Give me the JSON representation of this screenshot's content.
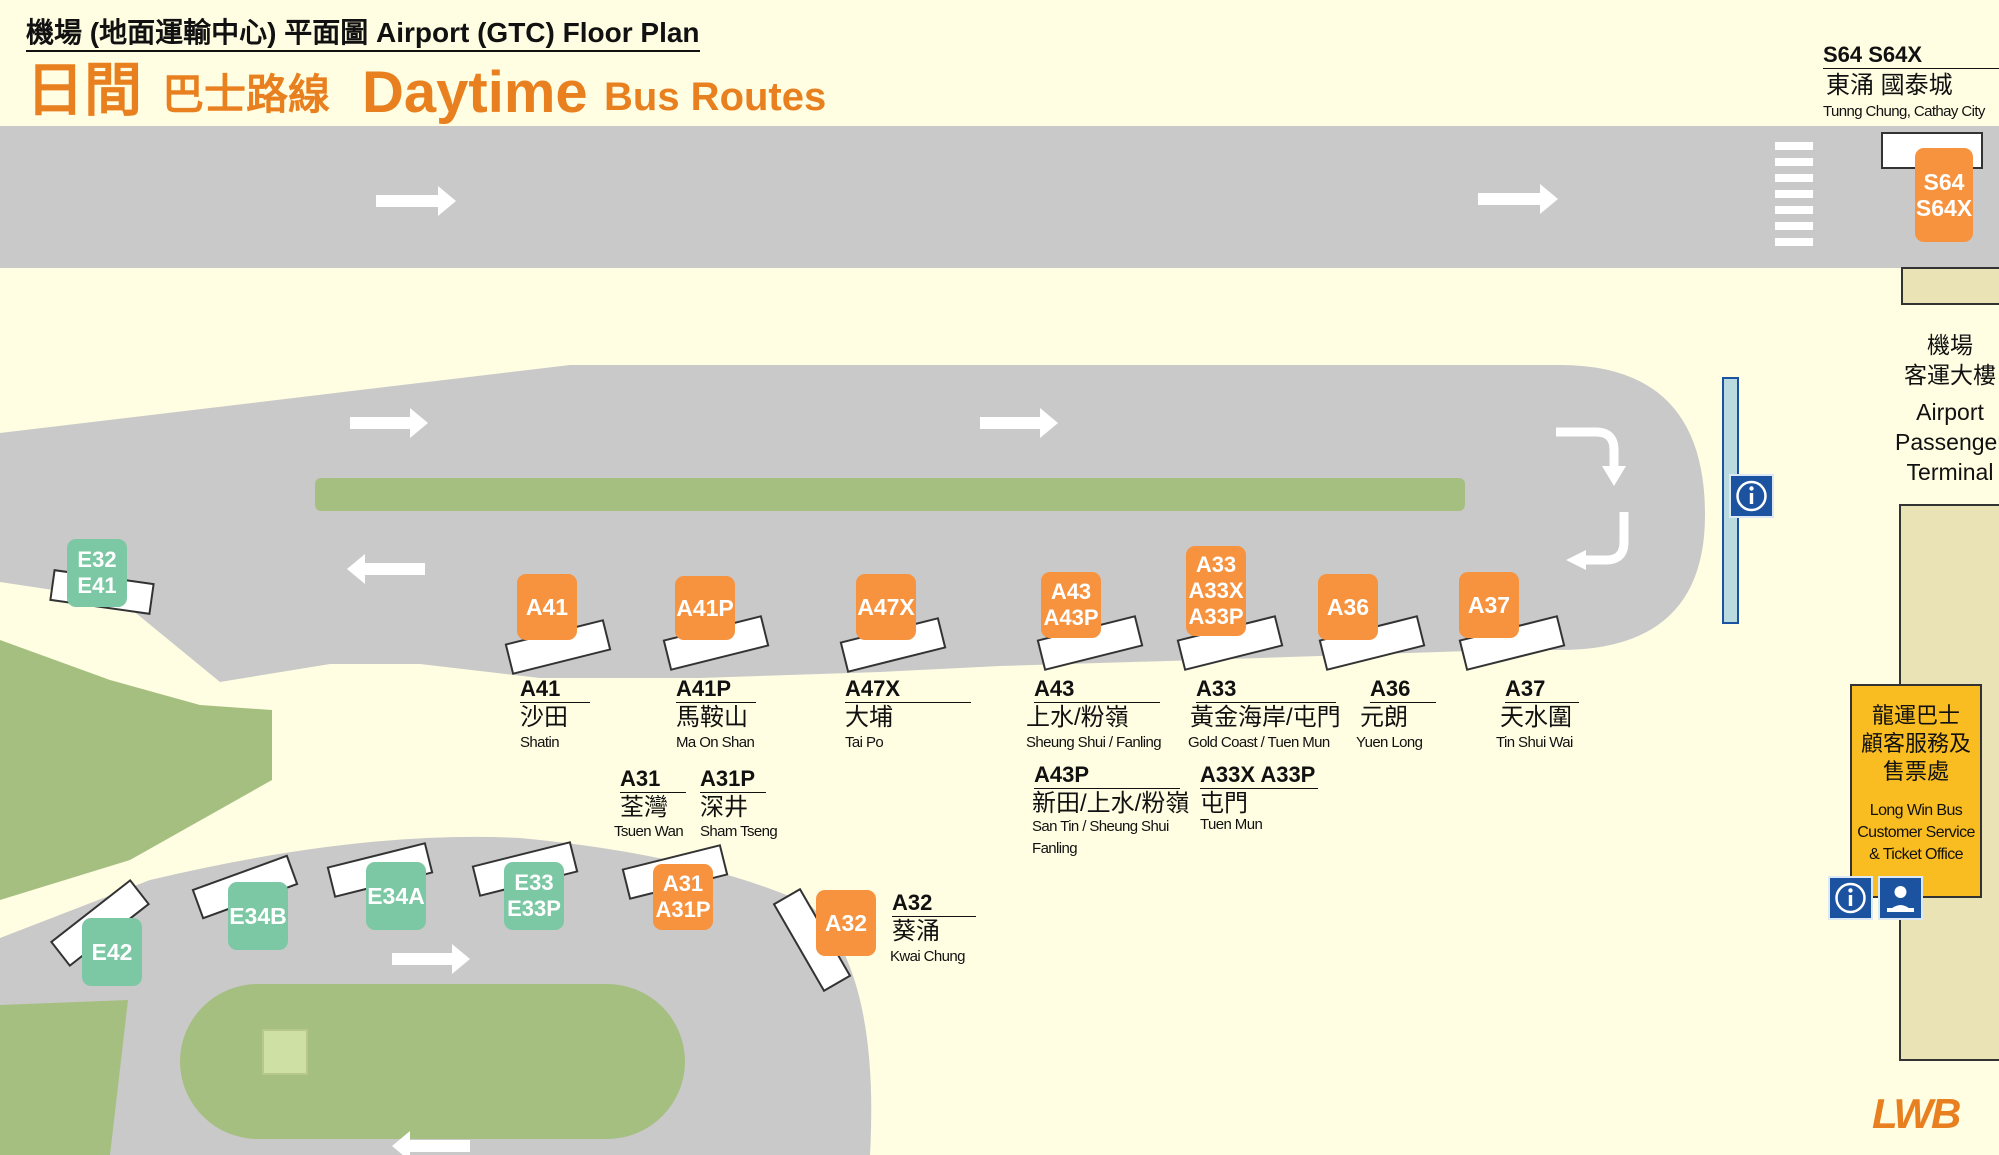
{
  "header": {
    "subtitle": "機場 (地面運輸中心) 平面圖 Airport (GTC) Floor Plan",
    "title_zh_main": "日間",
    "title_zh_sub": "巴士路線",
    "title_en_main": "Daytime",
    "title_en_sub": "Bus Routes"
  },
  "top_right": {
    "routes": "S64  S64X",
    "dest_zh": "東涌  國泰城",
    "dest_en": "Tunng Chung, Cathay City",
    "stop_label": "S64\nS64X"
  },
  "terminal": {
    "zh_1": "機場",
    "zh_2": "客運大樓",
    "en_1": "Airport",
    "en_2": "Passenger",
    "en_3": "Terminal"
  },
  "long_win": {
    "zh_1": "龍運巴士",
    "zh_2": "顧客服務及",
    "zh_3": "售票處",
    "en_1": "Long Win Bus",
    "en_2": "Customer Service",
    "en_3": "& Ticket Office"
  },
  "logo": "LWB",
  "icons": {
    "info": "info-icon",
    "customer_service": "customer-service-icon"
  },
  "stops_orange": {
    "a41": "A41",
    "a41p": "A41P",
    "a47x": "A47X",
    "a43": "A43\nA43P",
    "a33": "A33\nA33X\nA33P",
    "a36": "A36",
    "a37": "A37",
    "a31": "A31\nA31P",
    "a32": "A32"
  },
  "stops_green": {
    "e32": "E32\nE41",
    "e42": "E42",
    "e34b": "E34B",
    "e34a": "E34A",
    "e33": "E33\nE33P"
  },
  "routes": {
    "a41": {
      "code": "A41",
      "zh": "沙田",
      "en": "Shatin"
    },
    "a41p": {
      "code": "A41P",
      "zh": "馬鞍山",
      "en": "Ma On Shan"
    },
    "a47x": {
      "code": "A47X",
      "zh": "大埔",
      "en": "Tai Po"
    },
    "a43": {
      "code": "A43",
      "zh": "上水/粉嶺",
      "en": "Sheung Shui / Fanling"
    },
    "a33": {
      "code": "A33",
      "zh": "黃金海岸/屯門",
      "en": "Gold Coast / Tuen Mun"
    },
    "a36": {
      "code": "A36",
      "zh": "元朗",
      "en": "Yuen Long"
    },
    "a37": {
      "code": "A37",
      "zh": "天水圍",
      "en": "Tin Shui Wai"
    },
    "a43p": {
      "code": "A43P",
      "zh": "新田/上水/粉嶺",
      "en_1": "San Tin / Sheung Shui",
      "en_2": "Fanling"
    },
    "a33x": {
      "code": "A33X  A33P",
      "zh": "屯門",
      "en": "Tuen Mun"
    },
    "a31": {
      "code": "A31",
      "zh": "荃灣",
      "en": "Tsuen Wan"
    },
    "a31p": {
      "code": "A31P",
      "zh": "深井",
      "en": "Sham Tseng"
    },
    "a32": {
      "code": "A32",
      "zh": "葵涌",
      "en": "Kwai Chung"
    }
  },
  "colors": {
    "background": "#fffde2",
    "road": "#c9c9c9",
    "grass": "#a5bf81",
    "orange_stop": "#f7923e",
    "green_stop": "#7cc8a4",
    "accent": "#e8801f",
    "info_blue": "#1b53a0",
    "ticket_office": "#f9bd21"
  }
}
